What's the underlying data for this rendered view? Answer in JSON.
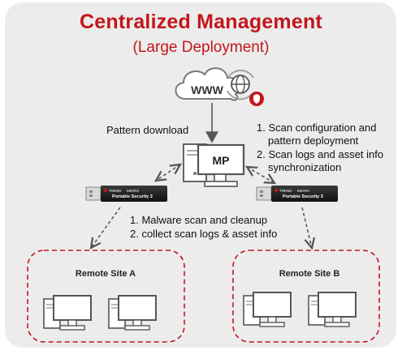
{
  "header": {
    "title": "Centralized Management",
    "subtitle": "(Large Deployment)"
  },
  "cloud": {
    "label": "WWW"
  },
  "server": {
    "label": "MP"
  },
  "labels": {
    "pattern_download": "Pattern download",
    "right_step1_line1": "1. Scan configuration and",
    "right_step1_line2": "pattern deployment",
    "right_step2_line1": "2. Scan logs and asset info",
    "right_step2_line2": "synchronization",
    "middle_step1": "1. Malware scan and cleanup",
    "middle_step2": "2. collect scan logs & asset info"
  },
  "usb_stick": {
    "brand": "TREND",
    "brand2": "MICRO",
    "product": "Portable Security 3"
  },
  "sites": {
    "a_label": "Remote Site A",
    "b_label": "Remote Site B"
  },
  "colors": {
    "accent_red": "#c3161c",
    "panel_bg": "#ececec",
    "dashed_border": "#c3161c"
  },
  "icons": [
    "globe-icon",
    "sync-icon",
    "shield-icon",
    "computer-icon",
    "usb-stick-icon"
  ]
}
